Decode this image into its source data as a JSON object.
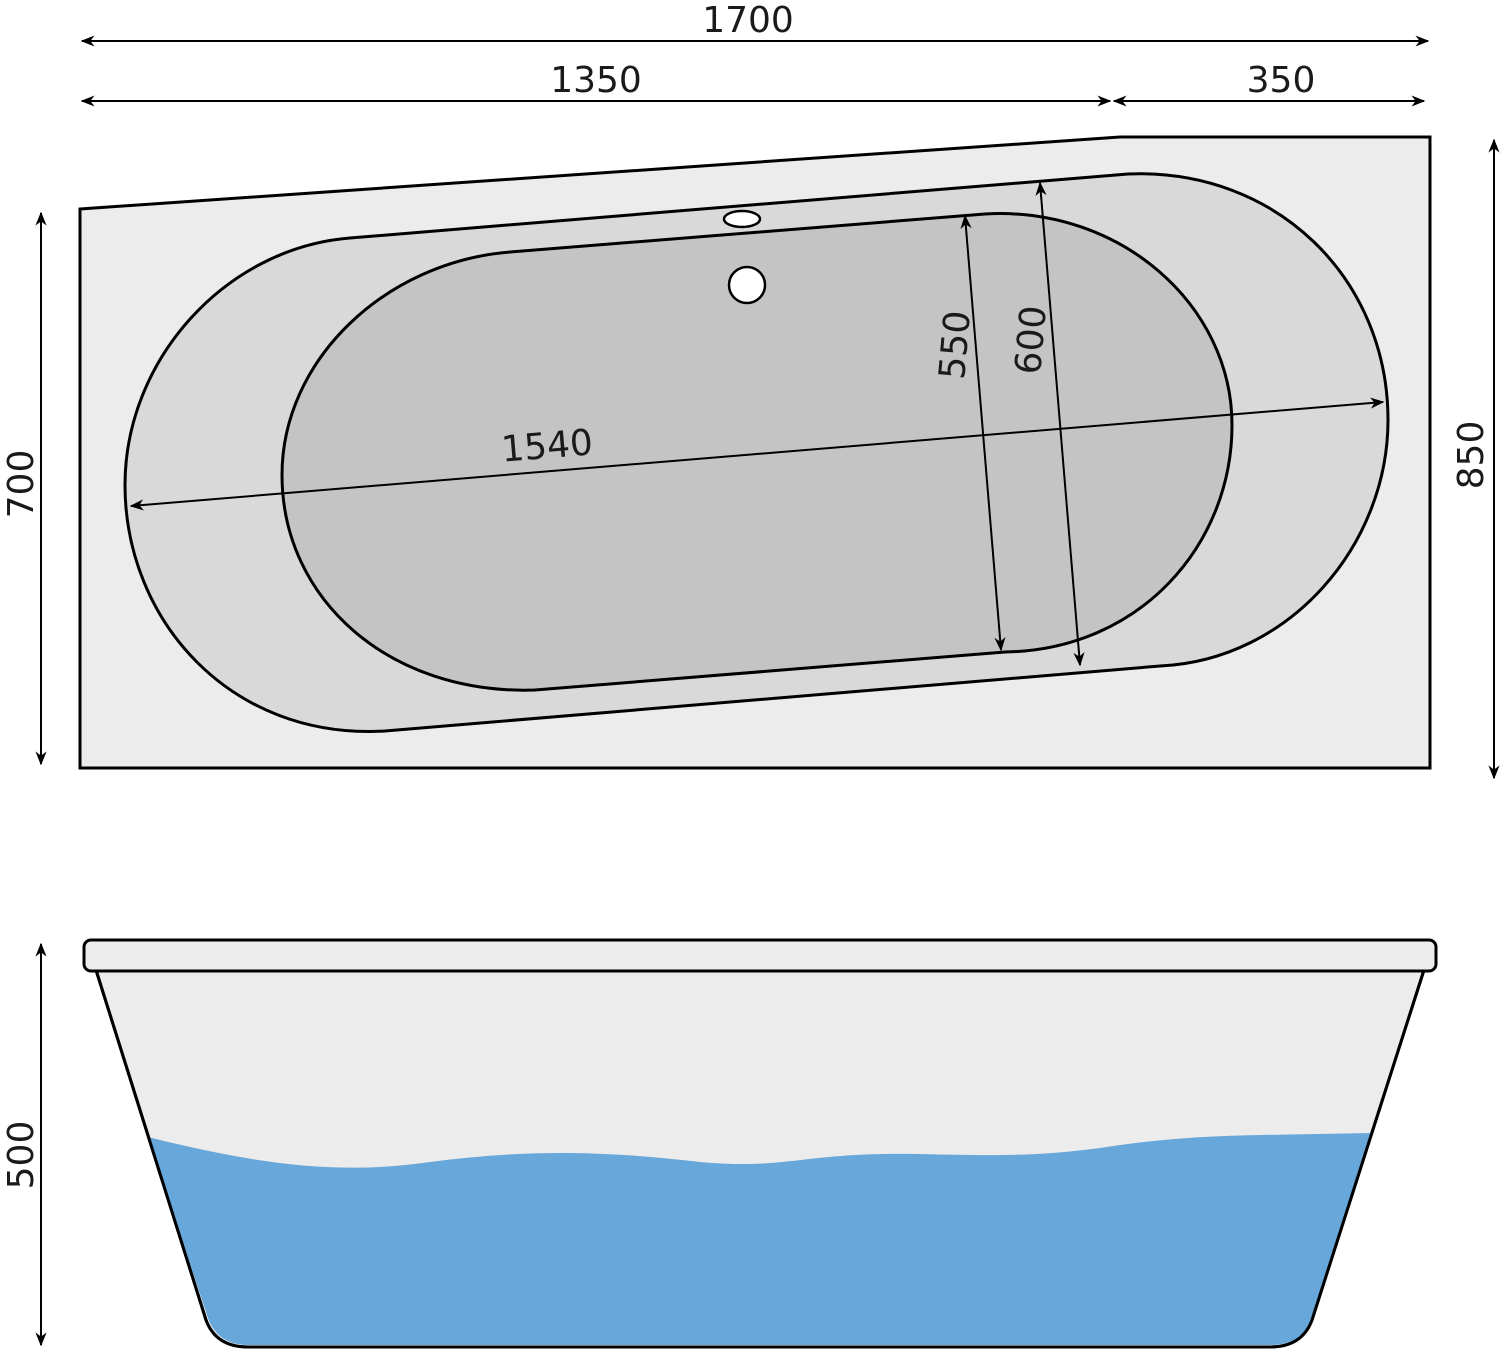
{
  "dimensions": {
    "total_length": "1700",
    "main_length": "1350",
    "extension_length": "350",
    "left_width": "700",
    "right_width": "850",
    "basin_length": "1540",
    "inner_width": "550",
    "outer_width": "600",
    "depth": "500"
  },
  "colors": {
    "rim": "#ececec",
    "outer_basin": "#d9d9d9",
    "inner_basin": "#c4c4c4",
    "water": "#68a7da",
    "outline": "#000000"
  }
}
